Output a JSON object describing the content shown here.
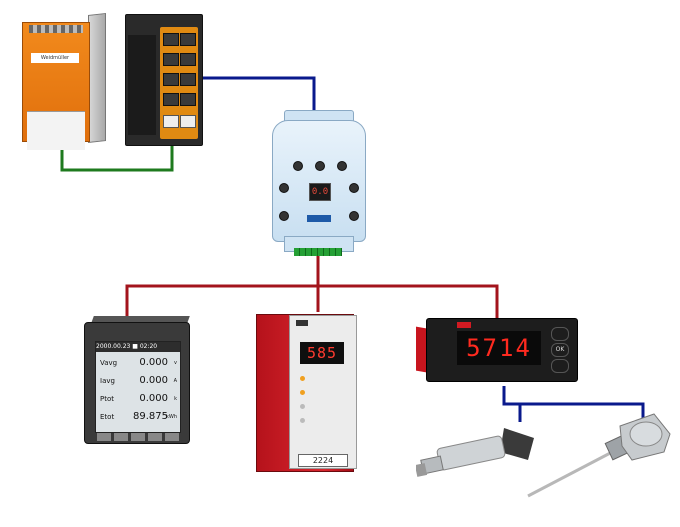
{
  "wiring": {
    "ethernet_color": "#0a1a8c",
    "fieldbus_color": "#a3141c",
    "power_color": "#1e7a1e",
    "analog_color": "#0a1a8c"
  },
  "devices": {
    "power_supply": {
      "icon": "din-rail-power-supply",
      "body_color": "#f28a1c",
      "brand": "Weidmüller"
    },
    "ethernet_switch": {
      "icon": "industrial-ethernet-switch",
      "accent_color": "#e08a12"
    },
    "gateway": {
      "icon": "modbus-ethernet-gateway",
      "display": "0.0",
      "body_color": "#c8dff1"
    },
    "power_meter": {
      "icon": "power-meter",
      "header": "2000.00.23 ■ 02:20",
      "rows": [
        {
          "label": "Vavg",
          "value": "0.000",
          "unit": "v"
        },
        {
          "label": "Iavg",
          "value": "0.000",
          "unit": "A"
        },
        {
          "label": "Ptot",
          "value": "0.000",
          "unit": "k"
        },
        {
          "label": "Etot",
          "value": "89.875",
          "unit": "kWh"
        }
      ]
    },
    "controller": {
      "icon": "process-controller",
      "display": "585",
      "model": "2224",
      "body_color": "#d9262e"
    },
    "indicator": {
      "icon": "panel-indicator",
      "display": "5714",
      "ok_label": "OK"
    },
    "pressure_transmitter": {
      "icon": "pressure-transmitter"
    },
    "temperature_probe": {
      "icon": "temperature-probe"
    }
  }
}
